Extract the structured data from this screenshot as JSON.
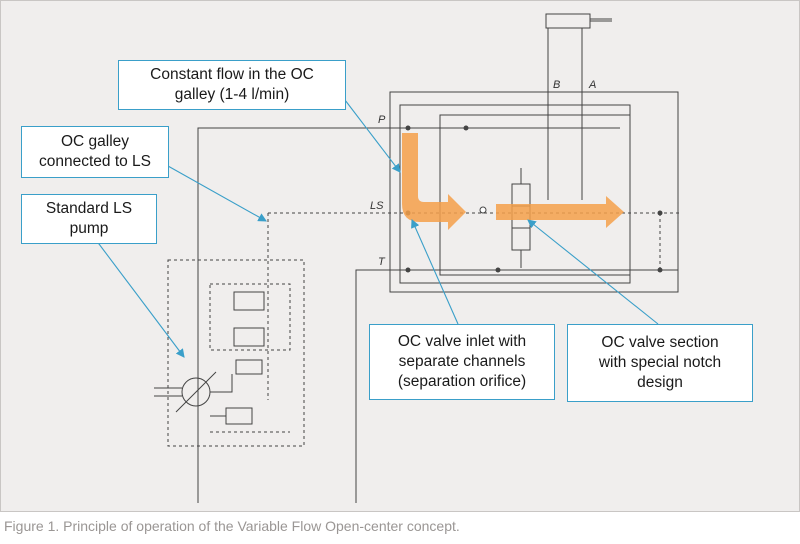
{
  "callouts": {
    "constant_flow": "Constant flow in the OC\ngalley (1-4 l/min)",
    "oc_galley_ls": "OC galley\nconnected to LS",
    "standard_ls_pump": "Standard LS\npump",
    "oc_valve_inlet": "OC valve inlet with\nseparate channels\n(separation orifice)",
    "oc_valve_section": "OC valve section\nwith special notch\ndesign"
  },
  "port_labels": {
    "p": "P",
    "ls": "LS",
    "t": "T",
    "b": "B",
    "a": "A"
  },
  "caption": "Figure 1. Principle of operation of the Variable Flow Open-center concept.",
  "colors": {
    "callout_border": "#3a9fc9",
    "leader_line": "#3a9fc9",
    "flow_arrow": "#f5a04a",
    "background": "#f0eeed",
    "schematic_line": "#444444"
  }
}
